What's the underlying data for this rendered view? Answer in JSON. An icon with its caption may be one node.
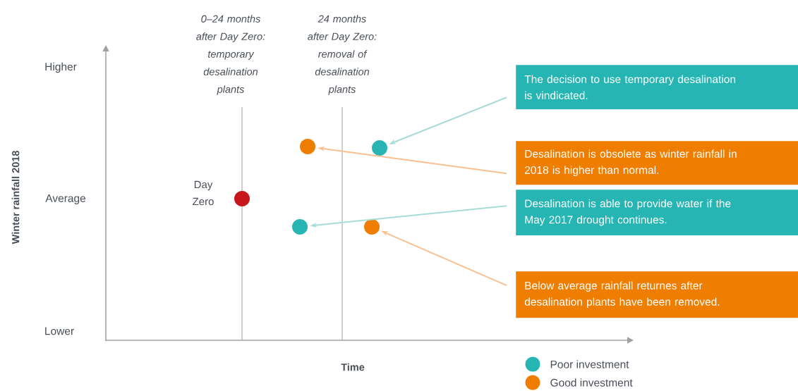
{
  "diagram": {
    "nodes": [
      {
        "text": [],
        "shape": "circle",
        "beside": [
          "Day Zero"
        ]
      },
      {
        "text": [],
        "shape": "circle"
      },
      {
        "text": [],
        "shape": "circle"
      },
      {
        "text": [],
        "shape": "circle"
      },
      {
        "text": [],
        "shape": "circle"
      },
      {
        "text": [
          "The decision to use temporary desalination is vindicated."
        ]
      },
      {
        "text": [
          "Desalination is obsolete as winter rainfall in 2018 is higher than normal."
        ]
      },
      {
        "text": [
          "Desalination is able to provide water if the May 2017 drought continues."
        ]
      },
      {
        "text": [
          "Below average rainfall returnes after desalination plants have been removed."
        ]
      }
    ],
    "edges": [
      {
        "from": 5,
        "to": 2,
        "arrow": "to",
        "color": "#a8dcd9"
      },
      {
        "from": 6,
        "to": 1,
        "arrow": "to",
        "color": "#f8c08e"
      },
      {
        "from": 7,
        "to": 3,
        "arrow": "to",
        "color": "#a8dcd9"
      },
      {
        "from": 8,
        "to": 4,
        "arrow": "to",
        "color": "#f8c08e"
      }
    ],
    "labels": [
      "0–24 months after Day Zero: temporary desalination plants",
      "24 months after Day Zero: removal of desalination plants",
      "Higher",
      "Winter rainfall 2018",
      "Average",
      "Lower",
      "Time"
    ],
    "legend": [
      {
        "text": "Poor investment",
        "color": "#26b5b2"
      },
      {
        "text": "Good investment",
        "color": "#ef7d00"
      }
    ]
  }
}
